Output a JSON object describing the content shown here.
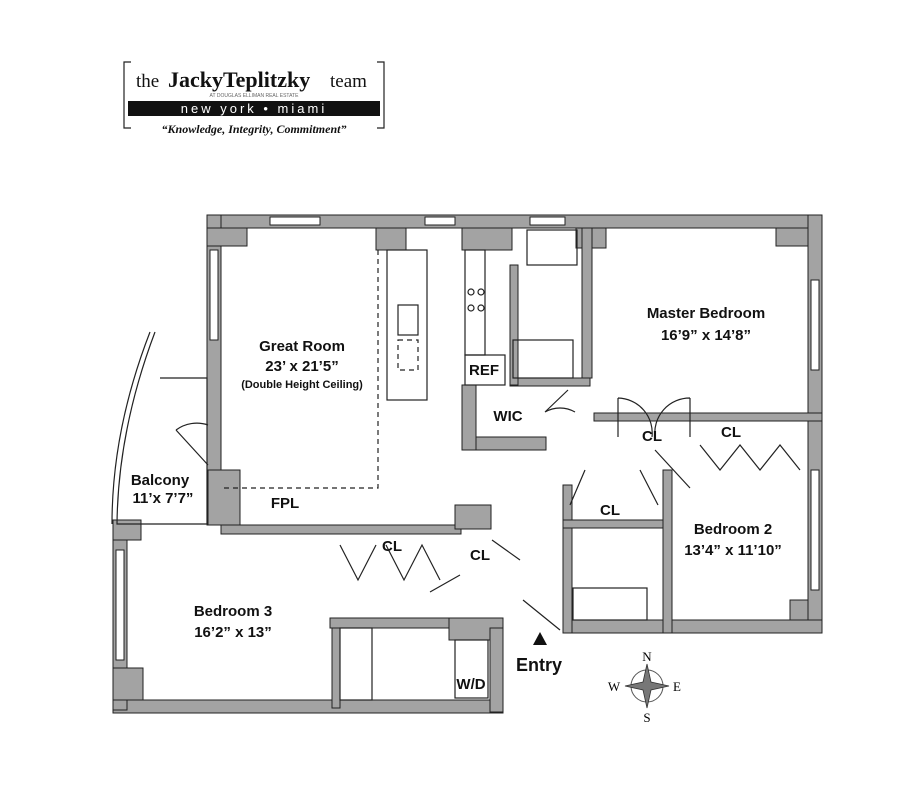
{
  "logo": {
    "prefix": "the",
    "name": "JackyTeplitzky",
    "suffix": "team",
    "affiliation": "AT DOUGLAS ELLIMAN REAL ESTATE",
    "cities": "new york • miami",
    "tagline": "“Knowledge, Integrity, Commitment”"
  },
  "rooms": {
    "great_room": {
      "name": "Great Room",
      "size": "23’ x 21’5”",
      "note": "(Double Height Ceiling)"
    },
    "master_bedroom": {
      "name": "Master Bedroom",
      "size": "16’9” x 14’8”"
    },
    "bedroom_2": {
      "name": "Bedroom 2",
      "size": "13’4” x 11’10”"
    },
    "bedroom_3": {
      "name": "Bedroom 3",
      "size": "16’2” x 13”"
    },
    "balcony": {
      "name": "Balcony",
      "size": "11’x 7’7”"
    }
  },
  "labels": {
    "ref": "REF",
    "wic": "WIC",
    "fpl": "FPL",
    "closet": "CL",
    "washer_dryer": "W/D",
    "entry": "Entry"
  },
  "compass": {
    "n": "N",
    "s": "S",
    "e": "E",
    "w": "W"
  }
}
